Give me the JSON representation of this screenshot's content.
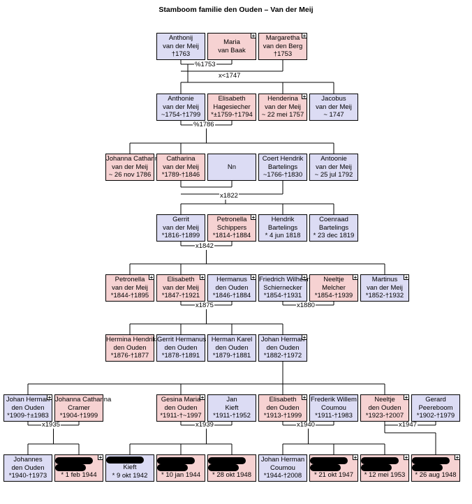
{
  "title": "Stamboom familie den Ouden – Van der Meij",
  "generations": [
    {
      "row": 0,
      "people": [
        {
          "id": "p1",
          "sex": "m",
          "lines": [
            "Anthonij",
            "van der Meij",
            "†1763"
          ],
          "plus": false
        },
        {
          "id": "p2",
          "sex": "f",
          "lines": [
            "Maria",
            "van Baak",
            ""
          ],
          "plus": true
        },
        {
          "id": "p3",
          "sex": "f",
          "lines": [
            "Margaretha",
            "van den Berg",
            "†1753"
          ],
          "plus": true
        }
      ]
    },
    {
      "row": 1,
      "people": [
        {
          "id": "p4",
          "sex": "m",
          "lines": [
            "Anthonie",
            "van der Meij",
            "~1754-†1799"
          ],
          "plus": false
        },
        {
          "id": "p5",
          "sex": "f",
          "lines": [
            "Elisabeth",
            "Hagesiecher",
            "*±1759-†1794"
          ],
          "plus": false
        },
        {
          "id": "p6",
          "sex": "f",
          "lines": [
            "Henderina",
            "van der Meij",
            "~ 22 mei 1757"
          ],
          "plus": true
        },
        {
          "id": "p7",
          "sex": "m",
          "lines": [
            "Jacobus",
            "van der Meij",
            "~ 1747"
          ],
          "plus": false
        }
      ]
    },
    {
      "row": 2,
      "people": [
        {
          "id": "p8",
          "sex": "f",
          "lines": [
            "Johanna Catharina",
            "van der Meij",
            "~ 26 nov 1786"
          ],
          "plus": false
        },
        {
          "id": "p9",
          "sex": "f",
          "lines": [
            "Catharina",
            "van der Meij",
            "*1789-†1846"
          ],
          "plus": false
        },
        {
          "id": "p10",
          "sex": "m",
          "lines": [
            "Nn"
          ],
          "plus": false
        },
        {
          "id": "p11",
          "sex": "m",
          "lines": [
            "Coert Hendrik",
            "Bartelings",
            "~1766-†1830"
          ],
          "plus": false
        },
        {
          "id": "p12",
          "sex": "m",
          "lines": [
            "Antoonie",
            "van der Meij",
            "~ 25 jul 1792"
          ],
          "plus": false
        }
      ]
    },
    {
      "row": 3,
      "people": [
        {
          "id": "p13",
          "sex": "m",
          "lines": [
            "Gerrit",
            "van der Meij",
            "*1816-†1899"
          ],
          "plus": false
        },
        {
          "id": "p14",
          "sex": "f",
          "lines": [
            "Petronella",
            "Schippers",
            "*1814-†1884"
          ],
          "plus": true
        },
        {
          "id": "p15",
          "sex": "m",
          "lines": [
            "Hendrik",
            "Bartelings",
            "* 4 jun 1818"
          ],
          "plus": false
        },
        {
          "id": "p16",
          "sex": "m",
          "lines": [
            "Coenraad",
            "Bartelings",
            "* 23 dec 1819"
          ],
          "plus": false
        }
      ]
    },
    {
      "row": 4,
      "people": [
        {
          "id": "p17",
          "sex": "f",
          "lines": [
            "Petronella",
            "van der Meij",
            "*1844-†1895"
          ],
          "plus": true
        },
        {
          "id": "p18",
          "sex": "f",
          "lines": [
            "Elisabeth",
            "van der Meij",
            "*1847-†1921"
          ],
          "plus": true
        },
        {
          "id": "p19",
          "sex": "m",
          "lines": [
            "Hermanus",
            "den Ouden",
            "*1846-†1884"
          ],
          "plus": true
        },
        {
          "id": "p20",
          "sex": "m",
          "lines": [
            "Friedrich Wilhelm",
            "Schiernecker",
            "*1854-†1931"
          ],
          "plus": true
        },
        {
          "id": "p21",
          "sex": "f",
          "lines": [
            "Neeltje",
            "Melcher",
            "*1854-†1939"
          ],
          "plus": true
        },
        {
          "id": "p22",
          "sex": "m",
          "lines": [
            "Martinus",
            "van der Meij",
            "*1852-†1932"
          ],
          "plus": true
        }
      ]
    },
    {
      "row": 5,
      "people": [
        {
          "id": "p23",
          "sex": "f",
          "lines": [
            "Hermina Hendrika",
            "den Ouden",
            "*1876-†1877"
          ],
          "plus": false
        },
        {
          "id": "p24",
          "sex": "m",
          "lines": [
            "Gerrit Hermanus",
            "den Ouden",
            "*1878-†1891"
          ],
          "plus": false
        },
        {
          "id": "p25",
          "sex": "m",
          "lines": [
            "Herman Karel",
            "den Ouden",
            "*1879-†1881"
          ],
          "plus": false
        },
        {
          "id": "p26",
          "sex": "m",
          "lines": [
            "Johan Herman",
            "den Ouden",
            "*1882-†1972"
          ],
          "plus": true
        }
      ]
    },
    {
      "row": 6,
      "people": [
        {
          "id": "p27",
          "sex": "m",
          "lines": [
            "Johan Herman",
            "den Ouden",
            "*1909-†±1983"
          ],
          "plus": true
        },
        {
          "id": "p28",
          "sex": "f",
          "lines": [
            "Johanna Catharina",
            "Cramer",
            "*1904-†1999"
          ],
          "plus": false
        },
        {
          "id": "p29",
          "sex": "f",
          "lines": [
            "Gesina Maria",
            "den Ouden",
            "*1911-†~1997"
          ],
          "plus": true
        },
        {
          "id": "p30",
          "sex": "m",
          "lines": [
            "Jan",
            "Kieft",
            "*1911-†1952"
          ],
          "plus": false
        },
        {
          "id": "p31",
          "sex": "f",
          "lines": [
            "Elisabeth",
            "den Ouden",
            "*1913-†1999"
          ],
          "plus": true
        },
        {
          "id": "p32",
          "sex": "m",
          "lines": [
            "Frederik Willem",
            "Coumou",
            "*1911-†1983"
          ],
          "plus": false
        },
        {
          "id": "p33",
          "sex": "f",
          "lines": [
            "Neeltje",
            "den Ouden",
            "*1923-†2007"
          ],
          "plus": true
        },
        {
          "id": "p34",
          "sex": "m",
          "lines": [
            "Gerard",
            "Peereboom",
            "*1902-†1979"
          ],
          "plus": false
        }
      ]
    },
    {
      "row": 7,
      "people": [
        {
          "id": "p35",
          "sex": "m",
          "lines": [
            "Johannes",
            "den Ouden",
            "*1940-†1973"
          ],
          "plus": false
        },
        {
          "id": "p36",
          "sex": "f",
          "lines": [
            "",
            "",
            "* 1 feb 1944"
          ],
          "redact": [
            1,
            1
          ],
          "plus": true
        },
        {
          "id": "p37",
          "sex": "m",
          "lines": [
            "",
            "Kieft",
            "* 9 okt 1942"
          ],
          "redact": [
            1,
            0
          ],
          "plus": false
        },
        {
          "id": "p38",
          "sex": "f",
          "lines": [
            "",
            "",
            "* 10 jan 1944"
          ],
          "redact": [
            1,
            1
          ],
          "plus": false
        },
        {
          "id": "p39",
          "sex": "f",
          "lines": [
            "",
            "",
            "* 28 okt 1948"
          ],
          "redact": [
            1,
            1
          ],
          "plus": false
        },
        {
          "id": "p40",
          "sex": "m",
          "lines": [
            "Johan Herman",
            "Coumou",
            "*1944-†2008"
          ],
          "plus": false
        },
        {
          "id": "p41",
          "sex": "f",
          "lines": [
            "",
            "",
            "* 21 okt 1947"
          ],
          "redact": [
            1,
            1
          ],
          "plus": true
        },
        {
          "id": "p42",
          "sex": "f",
          "lines": [
            "",
            "",
            "* 12 mei 1953"
          ],
          "redact": [
            1,
            1
          ],
          "plus": true
        },
        {
          "id": "p43",
          "sex": "f",
          "lines": [
            "",
            "",
            "* 26 aug 1948"
          ],
          "redact": [
            1,
            1
          ],
          "plus": true
        }
      ]
    }
  ],
  "marriages": [
    {
      "id": "m1",
      "label": "%1753"
    },
    {
      "id": "m2",
      "label": "x<1747"
    },
    {
      "id": "m3",
      "label": "%1786"
    },
    {
      "id": "m4",
      "label": "x1822"
    },
    {
      "id": "m5",
      "label": "x1842"
    },
    {
      "id": "m6",
      "label": "x1875"
    },
    {
      "id": "m7",
      "label": "x1880"
    },
    {
      "id": "m8",
      "label": "x1935"
    },
    {
      "id": "m9",
      "label": "x1939"
    },
    {
      "id": "m10",
      "label": "x1940"
    },
    {
      "id": "m11",
      "label": "x1947"
    }
  ],
  "colors": {
    "male": "#dcdcf4",
    "female": "#f6d2d2",
    "line": "#000000"
  }
}
